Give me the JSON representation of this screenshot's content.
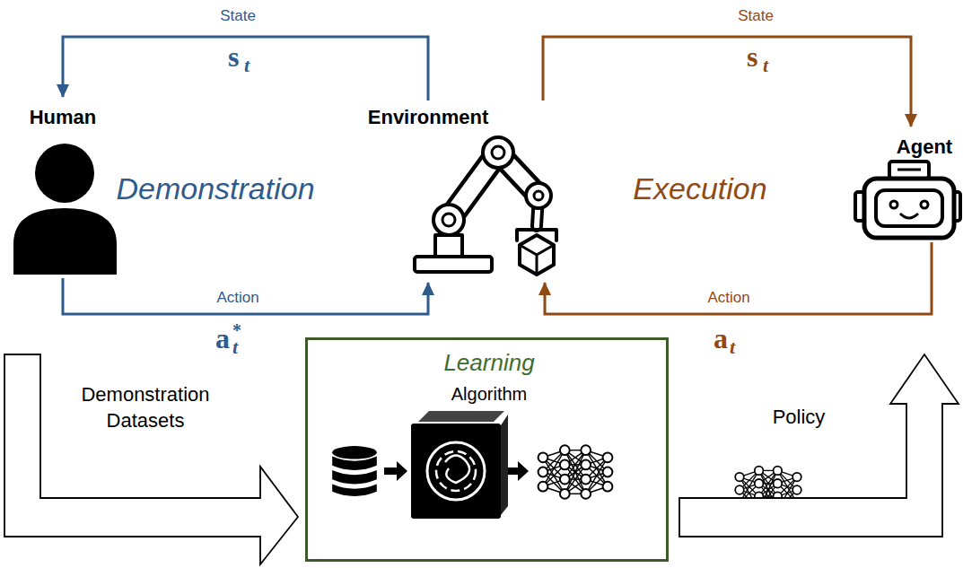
{
  "diagram": {
    "nodes": [
      {
        "text": [
          "Human"
        ]
      },
      {
        "text": [
          "Environment"
        ]
      },
      {
        "text": [
          "Agent"
        ]
      },
      {
        "text": [
          "Learning",
          "Algorithm"
        ]
      }
    ],
    "edges": [
      {
        "from": 1,
        "to": 0,
        "arrow": "to",
        "label": "State"
      },
      {
        "from": 0,
        "to": 1,
        "arrow": "to",
        "label": "Action"
      },
      {
        "from": 1,
        "to": 2,
        "arrow": "to",
        "label": "State"
      },
      {
        "from": 2,
        "to": 1,
        "arrow": "to",
        "label": "Action"
      },
      {
        "from": 0,
        "to": 3,
        "arrow": "to",
        "label": "Demonstration Datasets"
      },
      {
        "from": 3,
        "to": 2,
        "arrow": "to",
        "label": "Policy"
      }
    ],
    "labels": [
      "Demonstration",
      "Execution",
      "s",
      "t",
      "a",
      "*",
      "t",
      "s",
      "t",
      "a",
      "t"
    ]
  }
}
